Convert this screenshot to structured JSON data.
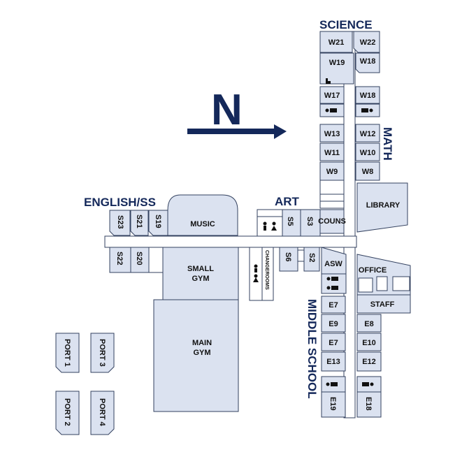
{
  "headings": {
    "science": "SCIENCE",
    "math": "MATH",
    "english_ss": "ENGLISH/SS",
    "art": "ART",
    "middle_school": "MIDDLE SCHOOL",
    "north": "N"
  },
  "rooms": {
    "w21": "W21",
    "w22": "W22",
    "w19": "W19",
    "w18_top": "W18",
    "w17": "W17",
    "w18": "W18",
    "w13": "W13",
    "w12": "W12",
    "w11": "W11",
    "w10": "W10",
    "w9": "W9",
    "w8": "W8",
    "library": "LIBRARY",
    "couns": "COUNS",
    "s23": "S23",
    "s21": "S21",
    "s19": "S19",
    "music": "MUSIC",
    "s5": "S5",
    "s3": "S3",
    "s22": "S22",
    "s20": "S20",
    "small_gym_1": "SMALL",
    "small_gym_2": "GYM",
    "main_gym_1": "MAIN",
    "main_gym_2": "GYM",
    "changerooms": "CHANGEROOMS",
    "s6": "S6",
    "s2": "S2",
    "asw": "ASW",
    "office": "OFFICE",
    "staff": "STAFF",
    "e7a": "E7",
    "e9": "E9",
    "e7b": "E7",
    "e13": "E13",
    "e19": "E19",
    "e8": "E8",
    "e10": "E10",
    "e12": "E12",
    "e18": "E18",
    "port1": "PORT 1",
    "port2": "PORT 2",
    "port3": "PORT 3",
    "port4": "PORT 4"
  },
  "icons": [
    "washroom-icon",
    "north-arrow-icon",
    "stairs-icon"
  ],
  "colors": {
    "room_fill": "#dbe2f0",
    "outline": "#33415f",
    "heading": "#14285a"
  }
}
